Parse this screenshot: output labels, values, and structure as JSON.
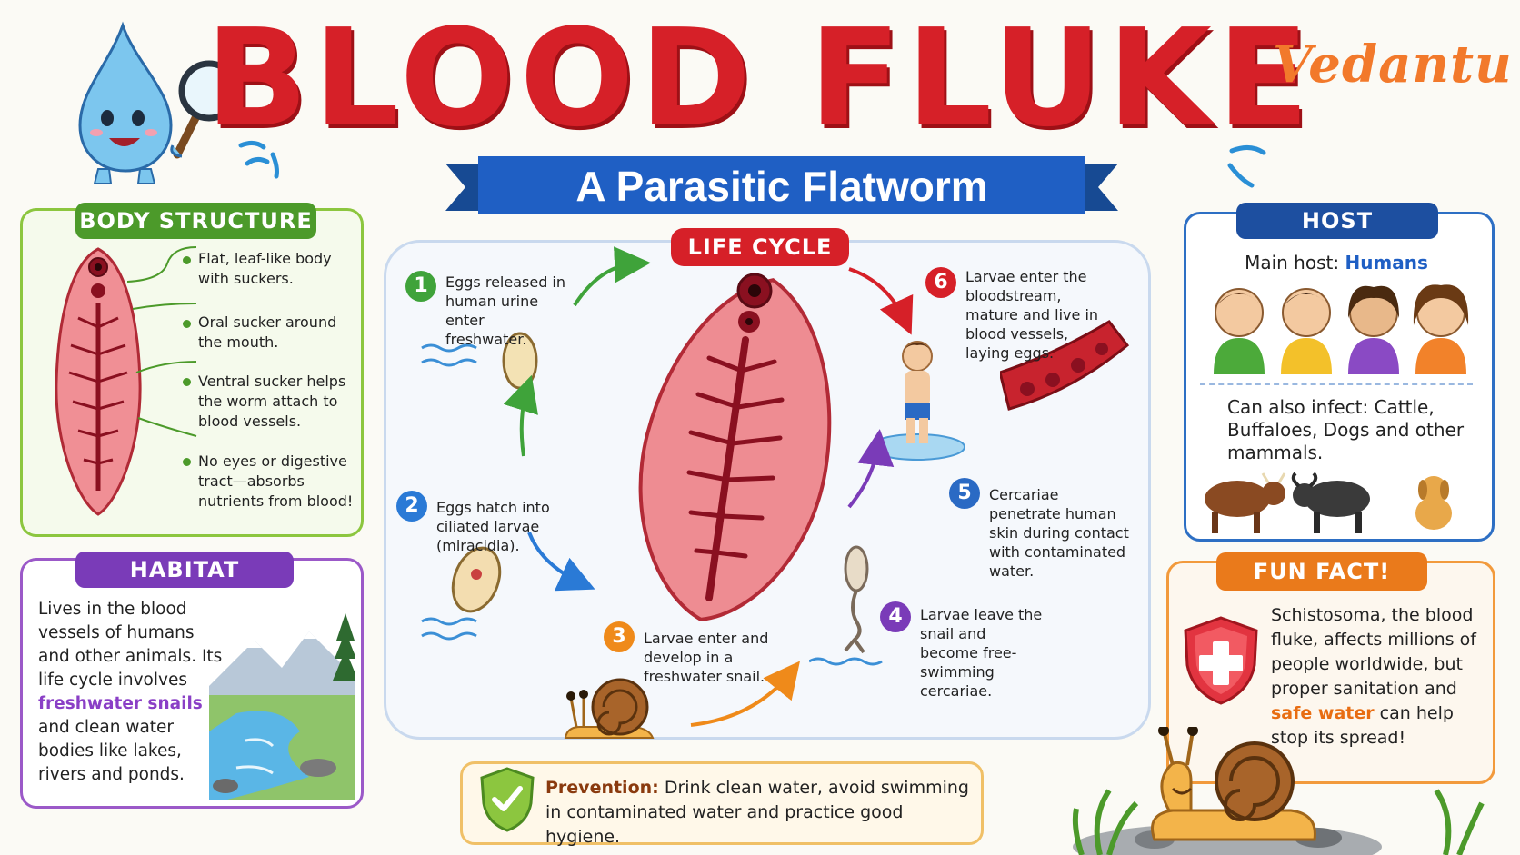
{
  "title": "BLOOD FLUKE",
  "subtitle": "A Parasitic Flatworm",
  "logo": "Vedantu",
  "body_structure": {
    "heading": "BODY STRUCTURE",
    "points": [
      "Flat, leaf-like body with suckers.",
      "Oral sucker around the mouth.",
      "Ventral sucker helps the worm attach to blood vessels.",
      "No eyes or digestive tract—absorbs nutrients from blood!"
    ]
  },
  "habitat": {
    "heading": "HABITAT",
    "text_1": "Lives in the blood vessels of humans and other animals. Its life cycle involves ",
    "highlight": "freshwater snails",
    "text_2": " and clean water bodies like lakes, rivers and ponds."
  },
  "life_cycle": {
    "heading": "LIFE CYCLE",
    "steps": [
      {
        "num": "1",
        "text": "Eggs released in human urine enter freshwater."
      },
      {
        "num": "2",
        "text": "Eggs hatch into ciliated larvae (miracidia)."
      },
      {
        "num": "3",
        "text": "Larvae enter and develop in a freshwater snail."
      },
      {
        "num": "4",
        "text": "Larvae leave the snail and become free-swimming cercariae."
      },
      {
        "num": "5",
        "text": "Cercariae penetrate human skin during contact with contaminated water."
      },
      {
        "num": "6",
        "text": "Larvae enter the bloodstream, mature and live in blood vessels, laying eggs."
      }
    ]
  },
  "host": {
    "heading": "HOST",
    "main_label": "Main host: ",
    "main_value": "Humans",
    "also": "Can also infect: Cattle, Buffaloes, Dogs and other mammals."
  },
  "fun_fact": {
    "heading": "FUN FACT!",
    "text_1": "Schistosoma, the blood fluke, affects millions of people worldwide, but proper sanitation and ",
    "highlight": "safe water",
    "text_2": " can help stop its spread!"
  },
  "prevention": {
    "label": "Prevention:",
    "text": "Drink clean water, avoid swimming in contaminated water and practice good hygiene."
  },
  "colors": {
    "title_red": "#d62028",
    "ribbon_blue": "#1f5fc4",
    "body_green": "#4c9a2a",
    "habitat_purple": "#7a3bb8",
    "host_blue": "#1d4fa0",
    "fun_orange": "#ea7a1b"
  }
}
